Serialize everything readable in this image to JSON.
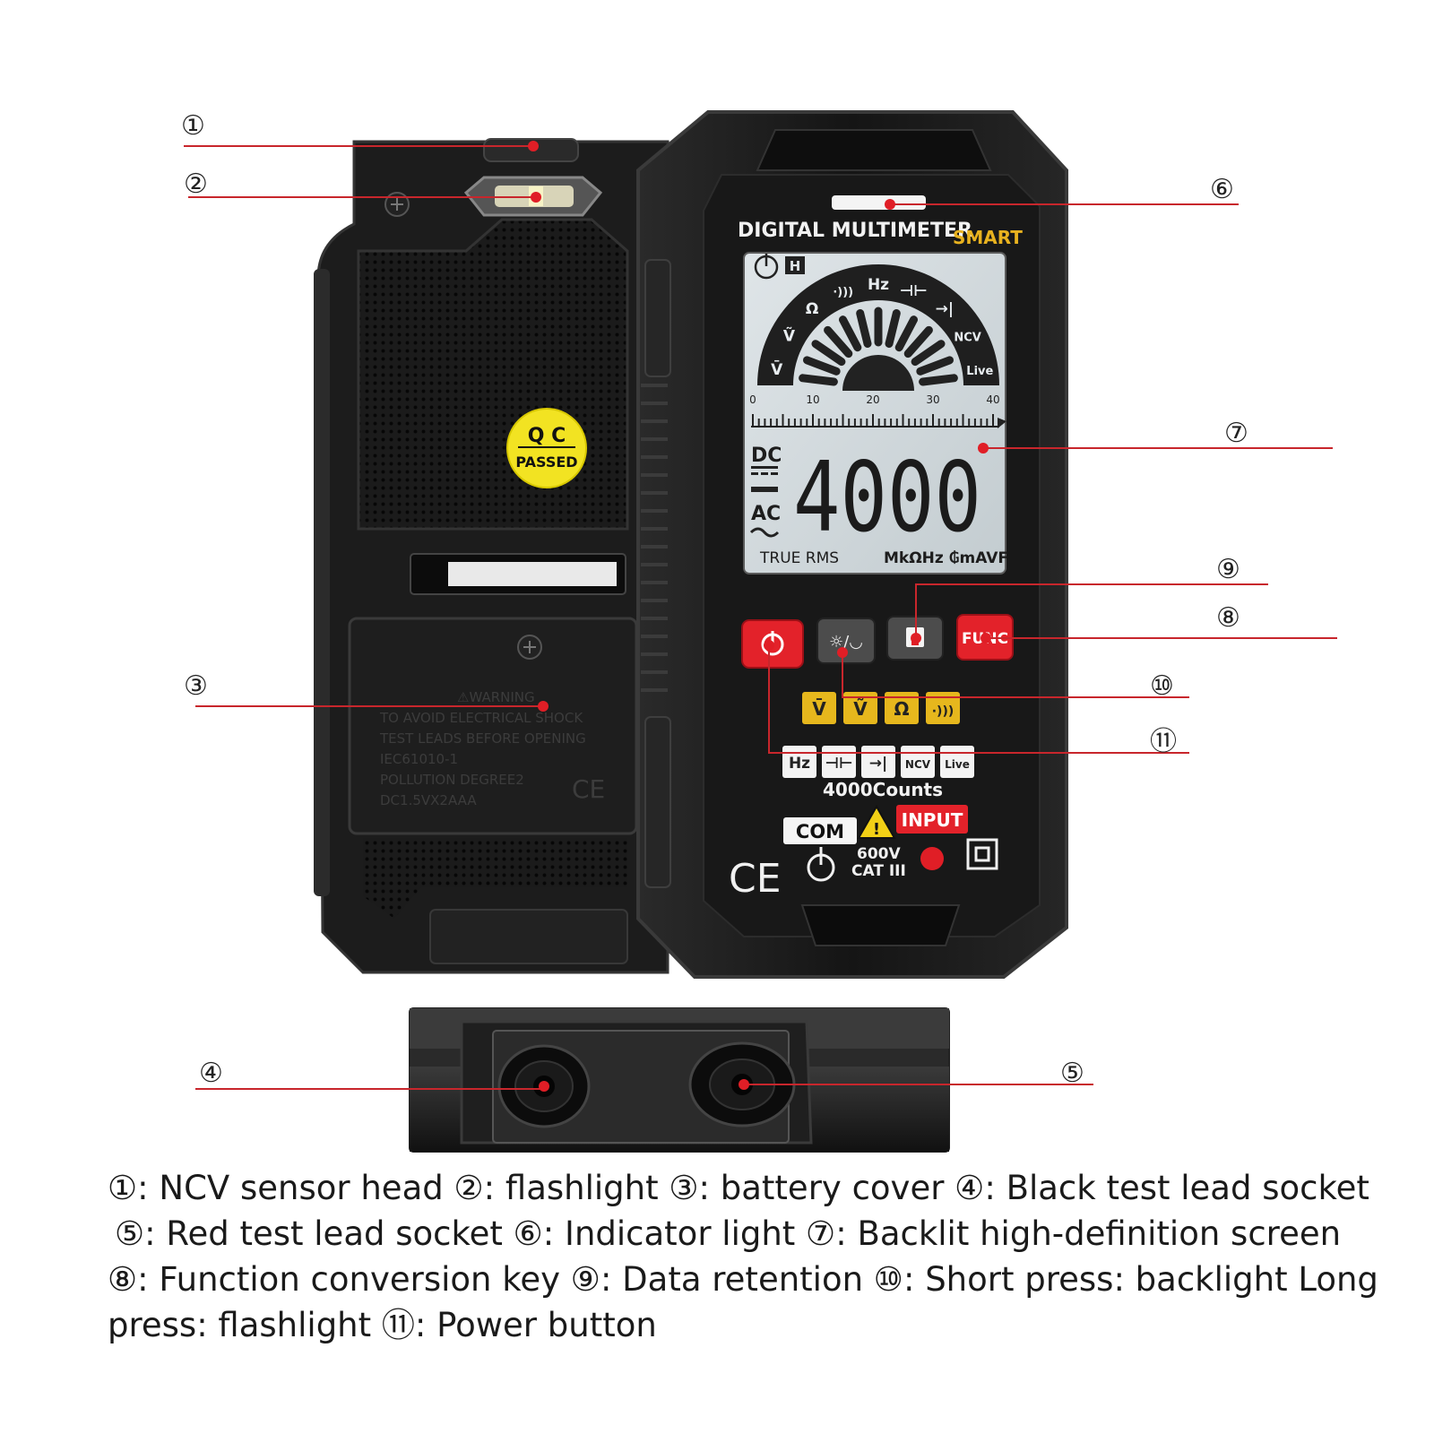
{
  "device": {
    "front_title": "DIGITAL MULTIMETER",
    "front_brand": "SMART",
    "qc_sticker": {
      "line1": "Q C",
      "line2": "PASSED"
    },
    "lcd": {
      "reading": "4000",
      "dc_label": "DC",
      "ac_label": "AC",
      "true_rms": "TRUE RMS",
      "units": "MkΩHz ₲mAVF",
      "hold_glyph": "H",
      "arc_labels": [
        "V̄",
        "Ṽ",
        "Ω",
        "·)))",
        "Hz",
        "⊣⊢",
        "→|",
        "NCV",
        "Live"
      ],
      "scale_ticks": [
        "0",
        "10",
        "20",
        "30",
        "40"
      ]
    },
    "keys": {
      "power": "⏻",
      "light": "☼/◡",
      "hold": "⊡",
      "func": "FUNC"
    },
    "mode_row1": [
      "V̄",
      "Ṽ",
      "Ω",
      "·)))"
    ],
    "mode_row2": [
      "Hz",
      "⊣⊢",
      "→|",
      "NCV",
      "Live"
    ],
    "counts": "4000Counts",
    "com": "COM",
    "input": "INPUT",
    "rating": {
      "volt": "600V",
      "cat": "CAT III"
    },
    "ce_mark": "CE",
    "battery_cover_text": [
      "⚠WARNING",
      "TO AVOID ELECTRICAL SHOCK",
      "TEST LEADS BEFORE OPENING",
      "IEC61010-1",
      "POLLUTION DEGREE2",
      "DC1.5VX2AAA"
    ],
    "battery_ce": "CE"
  },
  "callouts": [
    "①",
    "②",
    "③",
    "④",
    "⑤",
    "⑥",
    "⑦",
    "⑧",
    "⑨",
    "⑩",
    "⑪"
  ],
  "caption": {
    "line1": "①: NCV sensor head ②: flashlight ③: battery cover  ④: Black test lead socket",
    "line2": "⑤: Red test lead socket ⑥: Indicator light  ⑦: Backlit high-definition screen",
    "line3": "⑧: Function conversion key  ⑨: Data retention  ⑩: Short press: backlight Long",
    "line4": "press: flashlight ⑪: Power button"
  }
}
